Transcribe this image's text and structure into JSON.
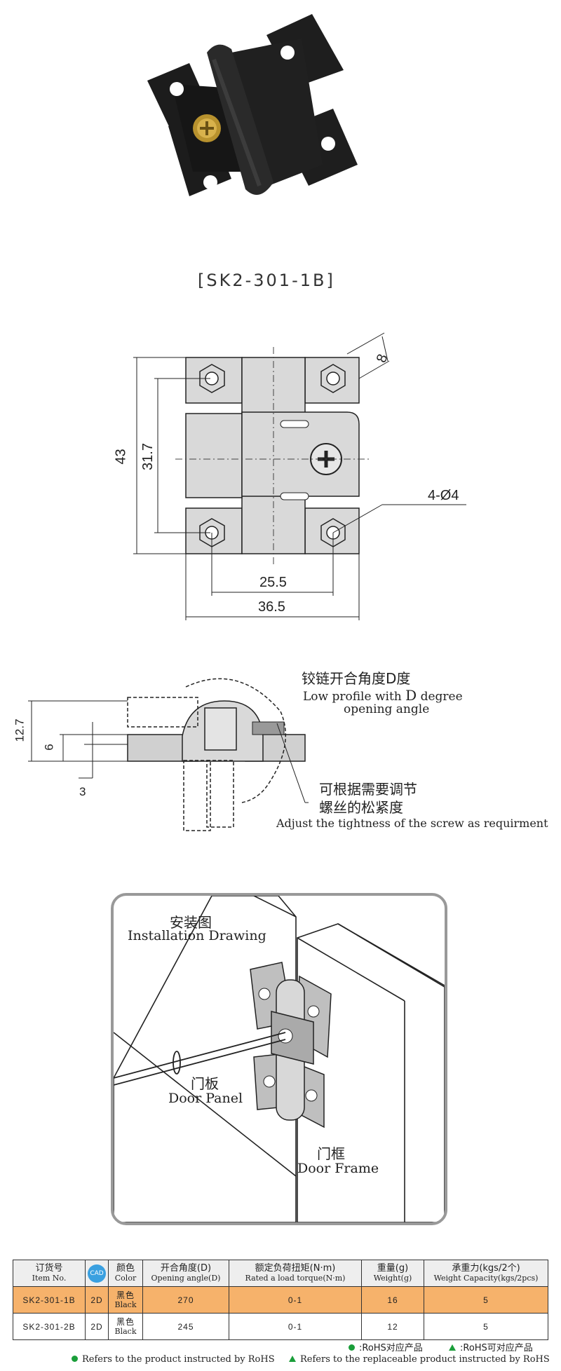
{
  "product": {
    "model_caption": "[SK2-301-1B]"
  },
  "front_view": {
    "dim_height": "43",
    "dim_hole_pitch_v": "31.7",
    "dim_hole_pitch_h": "25.5",
    "dim_width": "36.5",
    "dim_hex": "8",
    "dim_holes": "4-Ø4"
  },
  "side_view": {
    "dim_total": "12.7",
    "dim_base": "6",
    "dim_plate": "3",
    "angle_label_cn": "铰链开合角度D度",
    "angle_label_en_1": "Low profile with",
    "angle_label_en_d": "D",
    "angle_label_en_2": "degree",
    "angle_label_en_3": "opening angle",
    "screw_label_cn_1": "可根据需要调节",
    "screw_label_cn_2": "螺丝的松紧度",
    "screw_label_en": "Adjust the tightness of the screw as requirment"
  },
  "installation": {
    "title_cn": "安装图",
    "title_en": "Installation Drawing",
    "door_panel_cn": "门板",
    "door_panel_en": "Door Panel",
    "door_frame_cn": "门框",
    "door_frame_en": "Door Frame"
  },
  "table": {
    "headers": [
      {
        "cn": "订货号",
        "en": "Item No."
      },
      {
        "cn": "CAD",
        "en": ""
      },
      {
        "cn": "颜色",
        "en": "Color"
      },
      {
        "cn": "开合角度(D)",
        "en": "Opening angle(D)"
      },
      {
        "cn": "额定负荷扭矩(N·m)",
        "en": "Rated a load torque(N·m)"
      },
      {
        "cn": "重量(g)",
        "en": "Weight(g)"
      },
      {
        "cn": "承重力(kgs/2个)",
        "en": "Weight Capacity(kgs/2pcs)"
      }
    ],
    "rows": [
      {
        "item": "SK2-301-1B",
        "cad": "2D",
        "color_cn": "黑色",
        "color_en": "Black",
        "angle": "270",
        "torque": "0-1",
        "weight": "16",
        "capacity": "5"
      },
      {
        "item": "SK2-301-2B",
        "cad": "2D",
        "color_cn": "黑色",
        "color_en": "Black",
        "angle": "245",
        "torque": "0-1",
        "weight": "12",
        "capacity": "5"
      }
    ]
  },
  "legend": {
    "rohs_cn": ":RoHS对应产品",
    "rohs_replaceable_cn": ":RoHS可对应产品",
    "rohs_en": "Refers to the product instructed by RoHS",
    "rohs_replaceable_en": "Refers to the replaceable product instructed by RoHS"
  },
  "colors": {
    "highlight_row": "#f6b26b",
    "rohs_mark": "#1a9e3a",
    "cad_badge": "#3aa0e0",
    "hinge_body": "#1b1b1b",
    "drawing_fill": "#d9d9d9"
  }
}
